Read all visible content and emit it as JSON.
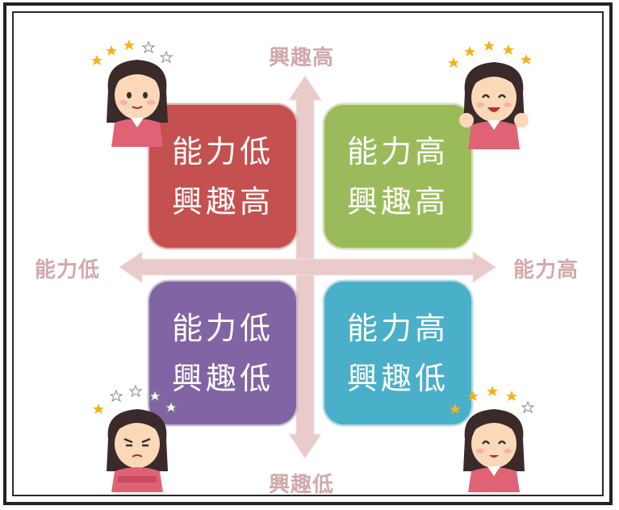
{
  "axes": {
    "top": "興趣高",
    "bottom": "興趣低",
    "left": "能力低",
    "right": "能力高"
  },
  "quadrants": {
    "top_left": {
      "line1": "能力低",
      "line2": "興趣高",
      "color": "#c4504f"
    },
    "top_right": {
      "line1": "能力高",
      "line2": "興趣高",
      "color": "#9bbb5b"
    },
    "bottom_left": {
      "line1": "能力低",
      "line2": "興趣低",
      "color": "#8064a3"
    },
    "bottom_right": {
      "line1": "能力高",
      "line2": "興趣低",
      "color": "#4aafc8"
    }
  },
  "colors": {
    "axis": "#e8cbca",
    "axis_text": "#d1a9ab"
  },
  "illustrations": {
    "top_left": "woman-neutral-smile-icon",
    "top_right": "woman-excited-icon",
    "bottom_left": "woman-frustrated-icon",
    "bottom_right": "woman-happy-icon"
  }
}
